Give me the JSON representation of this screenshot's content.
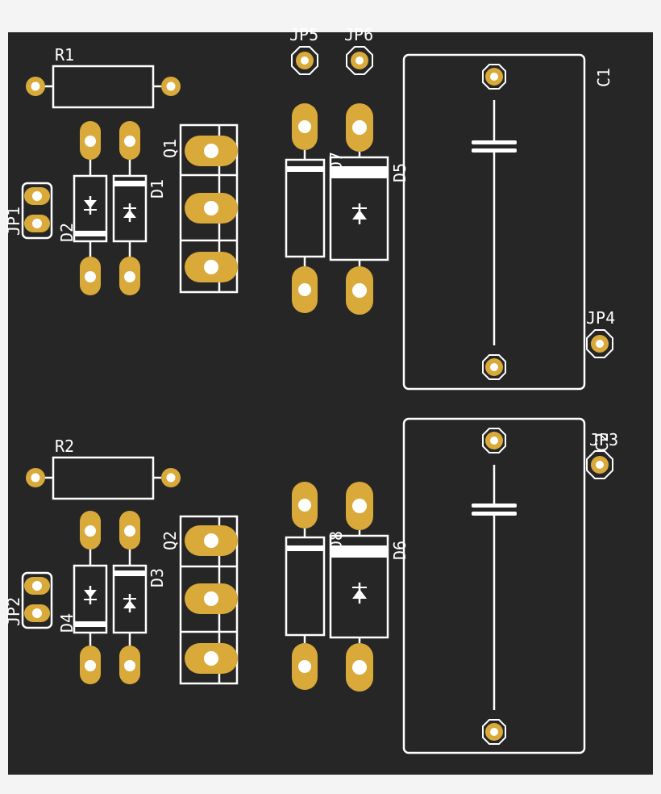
{
  "board": {
    "background": "#f4f4f4",
    "substrate": "#262626",
    "copper": "#d9a93a",
    "silkscreen": "#ffffff"
  },
  "labels": {
    "r1": "R1",
    "r2": "R2",
    "q1": "Q1",
    "q2": "Q2",
    "d1": "D1",
    "d2": "D2",
    "d3": "D3",
    "d4": "D4",
    "d5": "D5",
    "d6": "D6",
    "d7": "D7",
    "d8": "D8",
    "jp1": "JP1",
    "jp2": "JP2",
    "jp3": "JP3",
    "jp4": "JP4",
    "jp5": "JP5",
    "jp6": "JP6",
    "c1": "C1",
    "c2": "C2"
  }
}
